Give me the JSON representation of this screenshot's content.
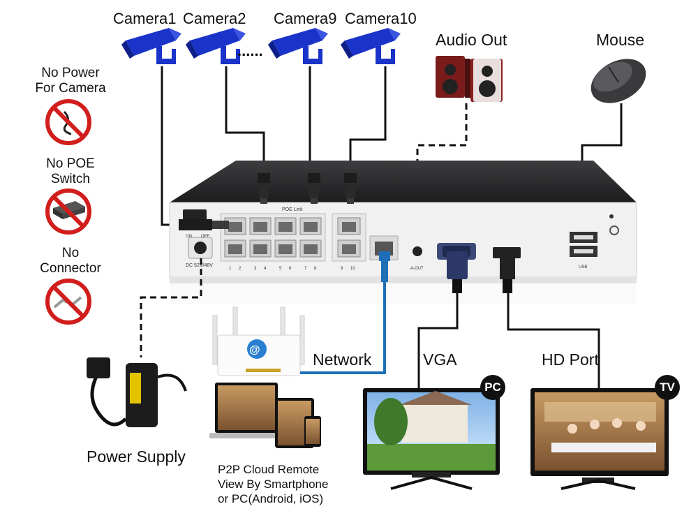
{
  "cameras": [
    {
      "label": "Camera1"
    },
    {
      "label": "Camera2"
    },
    {
      "label": "Camera9"
    },
    {
      "label": "Camera10"
    }
  ],
  "camera_gap": "......",
  "audio_out": "Audio Out",
  "mouse": "Mouse",
  "side_notes": {
    "no_power": "No Power\nFor Camera",
    "no_poe": "No POE\nSwitch",
    "no_connector": "No\nConnector"
  },
  "nvr": {
    "poe_link": "POE Link",
    "on": "ON",
    "off": "OFF",
    "dc": "DC 52V/48V",
    "a_out": "A-OUT",
    "usb": "USB",
    "port_numbers": [
      "1",
      "2",
      "3",
      "4",
      "5",
      "6",
      "7",
      "8",
      "9",
      "10"
    ]
  },
  "network": "Network",
  "vga": "VGA",
  "hd_port": "HD Port",
  "power_supply": "Power Supply",
  "p2p": "P2P Cloud Remote\nView By Smartphone\nor PC(Android, iOS)",
  "pc_badge": "PC",
  "tv_badge": "TV",
  "colors": {
    "camera": "#1a33c9",
    "network_cable": "#1f6fb8",
    "prohibit": "#d21d1d",
    "nvr_top": "#2c2c2e",
    "nvr_front": "#f1f1f1"
  }
}
